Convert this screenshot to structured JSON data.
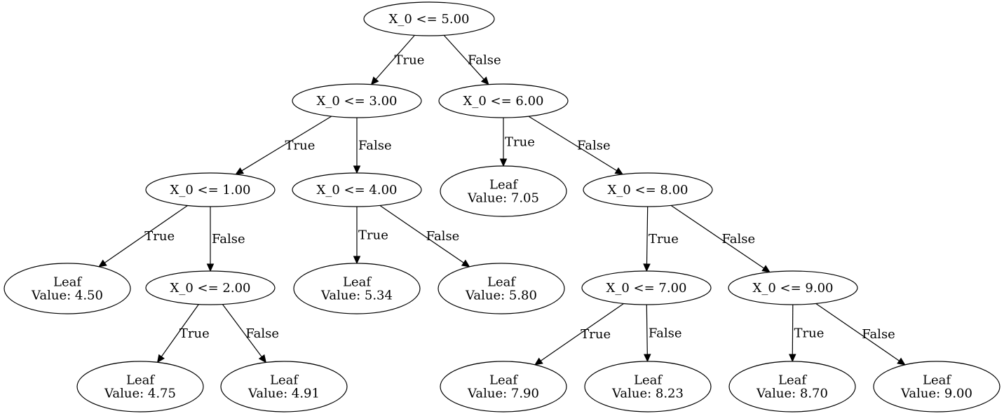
{
  "nodes": {
    "n1": [
      "X_0 <= 5.00"
    ],
    "n2": [
      "X_0 <= 3.00"
    ],
    "n3": [
      "X_0 <= 6.00"
    ],
    "n4": [
      "X_0 <= 1.00"
    ],
    "n5": [
      "X_0 <= 4.00"
    ],
    "n6": [
      "Leaf",
      "Value: 7.05"
    ],
    "n7": [
      "X_0 <= 8.00"
    ],
    "n8": [
      "Leaf",
      "Value: 4.50"
    ],
    "n9": [
      "X_0 <= 2.00"
    ],
    "n10": [
      "Leaf",
      "Value: 5.34"
    ],
    "n11": [
      "Leaf",
      "Value: 5.80"
    ],
    "n12": [
      "X_0 <= 7.00"
    ],
    "n13": [
      "X_0 <= 9.00"
    ],
    "n14": [
      "Leaf",
      "Value: 4.75"
    ],
    "n15": [
      "Leaf",
      "Value: 4.91"
    ],
    "n16": [
      "Leaf",
      "Value: 7.90"
    ],
    "n17": [
      "Leaf",
      "Value: 8.23"
    ],
    "n18": [
      "Leaf",
      "Value: 8.70"
    ],
    "n19": [
      "Leaf",
      "Value: 9.00"
    ]
  },
  "edges": [
    {
      "from": "n1",
      "to": "n2",
      "label": "True"
    },
    {
      "from": "n1",
      "to": "n3",
      "label": "False"
    },
    {
      "from": "n2",
      "to": "n4",
      "label": "True"
    },
    {
      "from": "n2",
      "to": "n5",
      "label": "False"
    },
    {
      "from": "n3",
      "to": "n6",
      "label": "True"
    },
    {
      "from": "n3",
      "to": "n7",
      "label": "False"
    },
    {
      "from": "n4",
      "to": "n8",
      "label": "True"
    },
    {
      "from": "n4",
      "to": "n9",
      "label": "False"
    },
    {
      "from": "n5",
      "to": "n10",
      "label": "True"
    },
    {
      "from": "n5",
      "to": "n11",
      "label": "False"
    },
    {
      "from": "n7",
      "to": "n12",
      "label": "True"
    },
    {
      "from": "n7",
      "to": "n13",
      "label": "False"
    },
    {
      "from": "n9",
      "to": "n14",
      "label": "True"
    },
    {
      "from": "n9",
      "to": "n15",
      "label": "False"
    },
    {
      "from": "n12",
      "to": "n16",
      "label": "True"
    },
    {
      "from": "n12",
      "to": "n17",
      "label": "False"
    },
    {
      "from": "n13",
      "to": "n18",
      "label": "True"
    },
    {
      "from": "n13",
      "to": "n19",
      "label": "False"
    }
  ]
}
